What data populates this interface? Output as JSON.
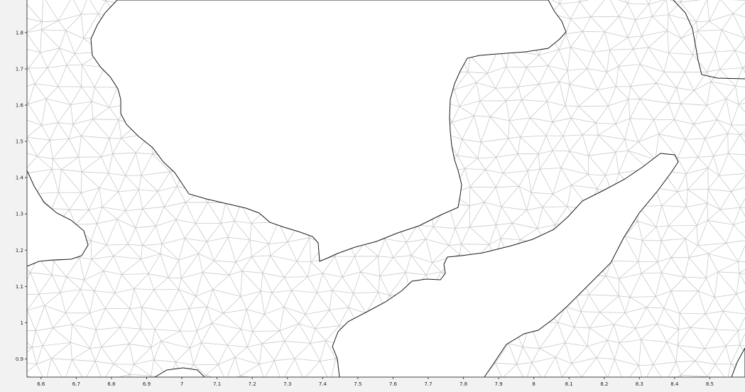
{
  "chart_data": {
    "type": "mesh",
    "title": "",
    "xlabel": "",
    "ylabel": "",
    "xlim": [
      6.56,
      8.6
    ],
    "ylim": [
      0.85,
      1.89
    ],
    "x_ticks": [
      "6.6",
      "6.7",
      "6.8",
      "6.9",
      "7",
      "7.1",
      "7.2",
      "7.3",
      "7.4",
      "7.5",
      "7.6",
      "7.7",
      "7.8",
      "7.9",
      "8",
      "8.1",
      "8.2",
      "8.3",
      "8.4",
      "8.5"
    ],
    "y_ticks": [
      "0.9",
      "1",
      "1.1",
      "1.2",
      "1.3",
      "1.4",
      "1.5",
      "1.6",
      "1.7",
      "1.8"
    ],
    "grid": false,
    "background": "#f2f2f2",
    "mesh_color": "#c9c9c9",
    "boundary_color": "#1a1a1a"
  }
}
